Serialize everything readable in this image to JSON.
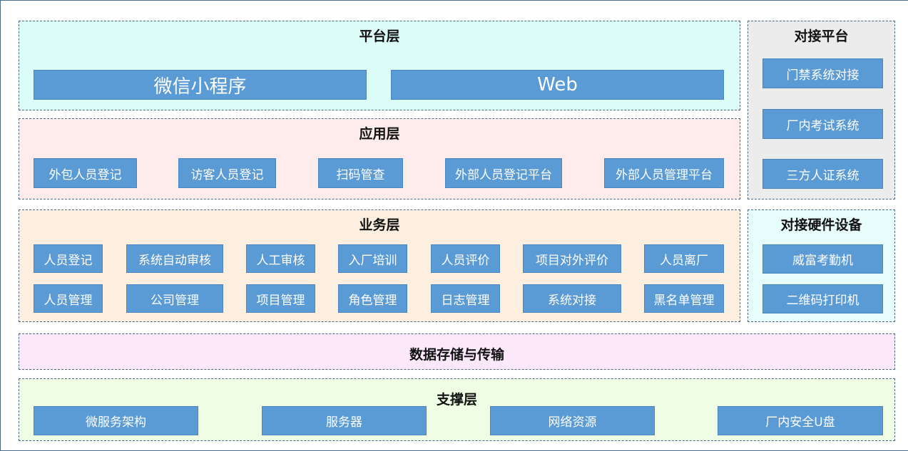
{
  "platform_layer": {
    "title": "平台层",
    "items": [
      "微信小程序",
      "Web"
    ]
  },
  "application_layer": {
    "title": "应用层",
    "items": [
      "外包人员登记",
      "访客人员登记",
      "扫码管查",
      "外部人员登记平台",
      "外部人员管理平台"
    ]
  },
  "business_layer": {
    "title": "业务层",
    "row1": [
      "人员登记",
      "系统自动审核",
      "人工审核",
      "入厂培训",
      "人员评价",
      "项目对外评价",
      "人员离厂"
    ],
    "row2": [
      "人员管理",
      "公司管理",
      "项目管理",
      "角色管理",
      "日志管理",
      "系统对接",
      "黑名单管理"
    ]
  },
  "data_layer": {
    "title": "数据存储与传输"
  },
  "support_layer": {
    "title": "支撑层",
    "items": [
      "微服务架构",
      "服务器",
      "网络资源",
      "厂内安全U盘"
    ]
  },
  "docking_platform": {
    "title": "对接平台",
    "items": [
      "门禁系统对接",
      "厂内考试系统",
      "三方人证系统"
    ]
  },
  "docking_hardware": {
    "title": "对接硬件设备",
    "items": [
      "威富考勤机",
      "二维码打印机"
    ]
  },
  "colors": {
    "box_fill": "#5b9bd5",
    "platform_bg": "#dcfcf7",
    "application_bg": "#fdeceb",
    "business_bg": "#fdefdf",
    "data_bg": "#fbe9fb",
    "support_bg": "#effde4",
    "docking_platform_bg": "#ececec",
    "docking_hardware_bg": "#e6fdfb"
  }
}
